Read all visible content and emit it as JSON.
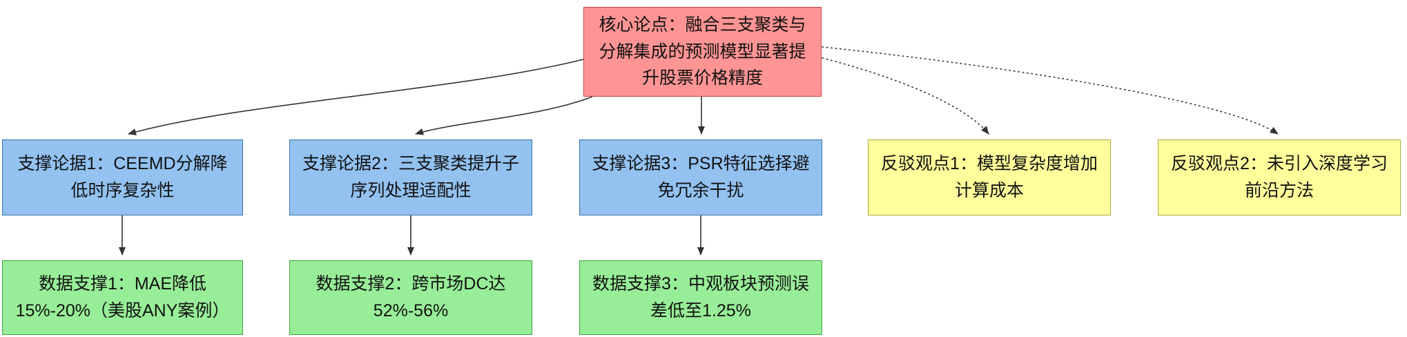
{
  "colors": {
    "background": "#FFFFFF",
    "text": "#111111",
    "edge": "#333333",
    "core_fill": "#FF9494",
    "core_stroke": "#CC4444",
    "support_fill": "#93C2F1",
    "support_stroke": "#3973AC",
    "rebuttal_fill": "#FFFF9C",
    "rebuttal_stroke": "#ABAB3A",
    "data_fill": "#98EE98",
    "data_stroke": "#3FA03F"
  },
  "nodes": {
    "core": {
      "label": "核心论点：融合三支聚类与分解集成的预测模型显著提升股票价格精度"
    },
    "supports": [
      {
        "label": "支撑论据1：CEEMD分解降低时序复杂性"
      },
      {
        "label": "支撑论据2：三支聚类提升子序列处理适配性"
      },
      {
        "label": "支撑论据3：PSR特征选择避免冗余干扰"
      }
    ],
    "rebuttals": [
      {
        "label": "反驳观点1：模型复杂度增加计算成本"
      },
      {
        "label": "反驳观点2：未引入深度学习前沿方法"
      }
    ],
    "data_supports": [
      {
        "label": "数据支撑1：MAE降低15%-20%（美股ANY案例）"
      },
      {
        "label": "数据支撑2：跨市场DC达52%-56%"
      },
      {
        "label": "数据支撑3：中观板块预测误差低至1.25%"
      }
    ]
  },
  "edges": [
    {
      "from": "core",
      "to": "support-1",
      "style": "solid"
    },
    {
      "from": "core",
      "to": "support-2",
      "style": "solid"
    },
    {
      "from": "core",
      "to": "support-3",
      "style": "solid"
    },
    {
      "from": "core",
      "to": "rebuttal-1",
      "style": "dotted"
    },
    {
      "from": "core",
      "to": "rebuttal-2",
      "style": "dotted"
    },
    {
      "from": "support-1",
      "to": "data-support-1",
      "style": "solid"
    },
    {
      "from": "support-2",
      "to": "data-support-2",
      "style": "solid"
    },
    {
      "from": "support-3",
      "to": "data-support-3",
      "style": "solid"
    }
  ]
}
